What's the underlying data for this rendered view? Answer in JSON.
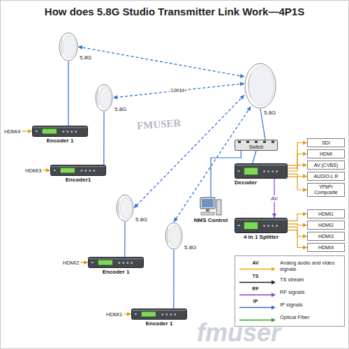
{
  "diagram": {
    "title": "How does 5.8G Studio Transmitter Link Work—4P1S",
    "nodes": [
      {
        "text": [
          "5.8G"
        ]
      },
      {
        "text": [
          "5.8G"
        ]
      },
      {
        "text": [
          "5.8G"
        ]
      },
      {
        "text": [
          "Encoder 1"
        ]
      },
      {
        "text": [
          "5.8G"
        ]
      },
      {
        "text": [
          "Switch"
        ]
      },
      {
        "text": [
          "SDI"
        ]
      },
      {
        "text": [
          "HDMI"
        ]
      },
      {
        "text": [
          "AV (CVBS)"
        ]
      },
      {
        "text": [
          "AUDIO-L R"
        ]
      },
      {
        "text": [
          "YPbPr Composite"
        ]
      },
      {
        "text": [
          "Decoder"
        ]
      },
      {
        "text": [
          "Encoder1"
        ]
      },
      {
        "text": [
          "NMS Control"
        ]
      },
      {
        "text": [
          "4 in 1 Splitter"
        ]
      },
      {
        "text": [
          "HDMI1"
        ]
      },
      {
        "text": [
          "HDMI2"
        ]
      },
      {
        "text": [
          "HDMI3"
        ]
      },
      {
        "text": [
          "HDMI4"
        ]
      },
      {
        "text": [
          "Encoder 1"
        ]
      },
      {
        "text": [
          "5.8G"
        ]
      },
      {
        "text": [
          "Encoder 1"
        ]
      }
    ],
    "edges": [
      {
        "from": 1,
        "to": 0,
        "arrow": "both"
      },
      {
        "from": 1,
        "to": 2,
        "arrow": "both",
        "label": "10KM+"
      },
      {
        "from": 1,
        "to": 4,
        "arrow": "both"
      },
      {
        "from": 1,
        "to": 20,
        "arrow": "both"
      },
      {
        "from": 0,
        "to": 3,
        "arrow": "none"
      },
      {
        "from": 2,
        "to": 12,
        "arrow": "none"
      },
      {
        "from": 4,
        "to": 19,
        "arrow": "none"
      },
      {
        "from": 20,
        "to": 21,
        "arrow": "none"
      },
      {
        "from": 1,
        "to": 5,
        "arrow": "none"
      },
      {
        "from": 5,
        "to": 11,
        "arrow": "none"
      },
      {
        "from": 5,
        "to": 13,
        "arrow": "none"
      },
      {
        "from": 11,
        "to": 14,
        "arrow": "to",
        "label": "AV"
      },
      {
        "from": 11,
        "to": 6,
        "arrow": "to"
      },
      {
        "from": 11,
        "to": 7,
        "arrow": "to"
      },
      {
        "from": 11,
        "to": 8,
        "arrow": "to"
      },
      {
        "from": 11,
        "to": 9,
        "arrow": "to"
      },
      {
        "from": 11,
        "to": 10,
        "arrow": "to"
      },
      {
        "from": 14,
        "to": 15,
        "arrow": "to"
      },
      {
        "from": 14,
        "to": 16,
        "arrow": "to"
      },
      {
        "from": 14,
        "to": 17,
        "arrow": "to"
      },
      {
        "from": 14,
        "to": 18,
        "arrow": "to"
      }
    ],
    "labels": [
      "HDMI4",
      "HDMI3",
      "HDMI2",
      "HDMI1",
      "FMUSER",
      "AV",
      "TS",
      "RF",
      "IP",
      "fmuser"
    ],
    "legend": [
      {
        "text": "Analog audio and video signals"
      },
      {
        "text": "TS stream"
      },
      {
        "text": "RF signals"
      },
      {
        "text": "IP signals"
      },
      {
        "text": "Optical Fiber"
      }
    ]
  }
}
